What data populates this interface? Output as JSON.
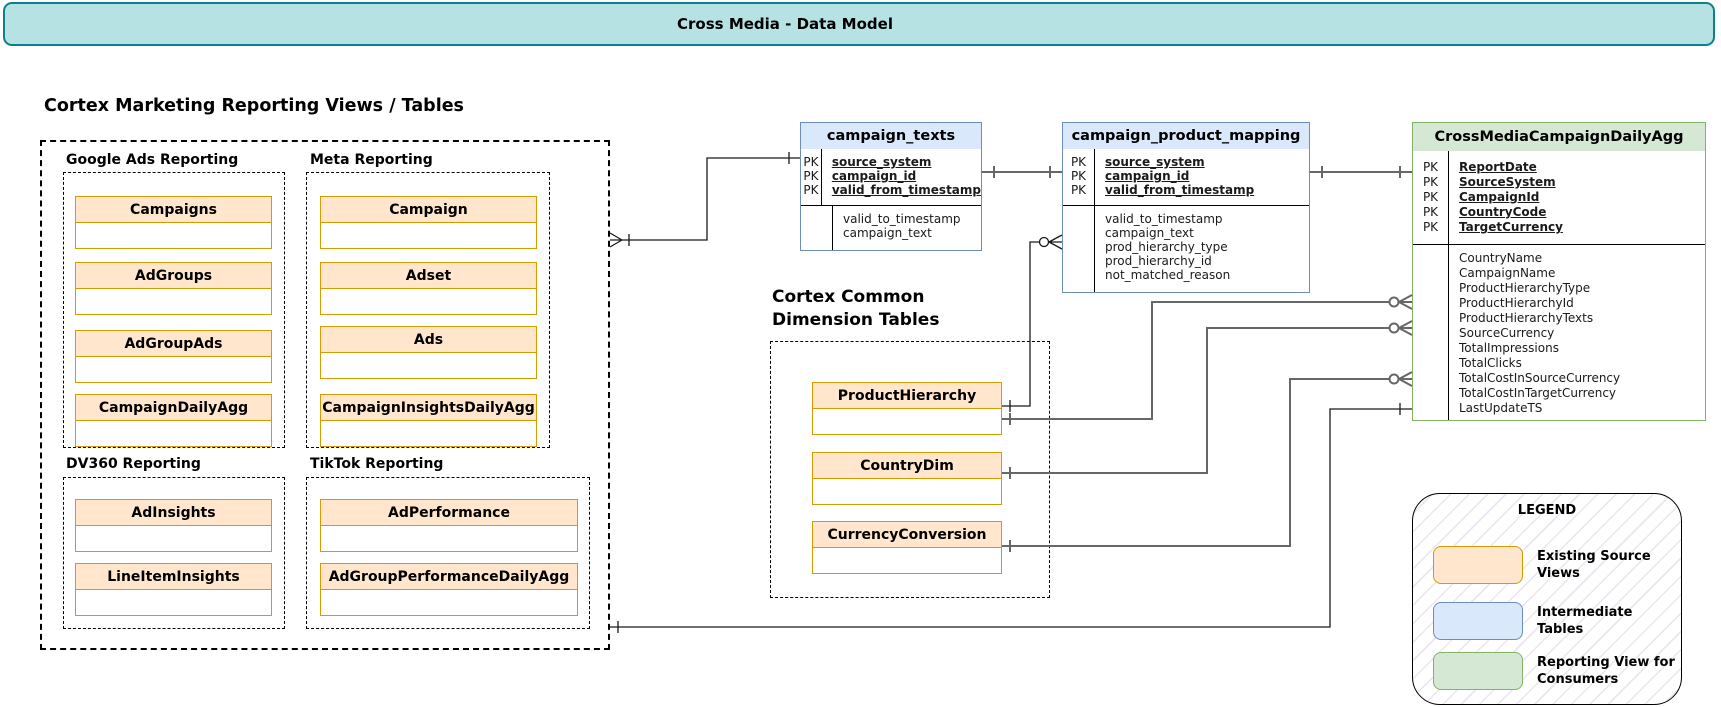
{
  "banner": {
    "title": "Cross Media - Data Model"
  },
  "marketing": {
    "heading": "Cortex Marketing Reporting Views / Tables",
    "groups": [
      {
        "label": "Google Ads Reporting",
        "items": [
          "Campaigns",
          "AdGroups",
          "AdGroupAds",
          "CampaignDailyAgg"
        ]
      },
      {
        "label": "Meta Reporting",
        "items": [
          "Campaign",
          "Adset",
          "Ads",
          "CampaignInsightsDailyAgg"
        ]
      },
      {
        "label": "DV360 Reporting",
        "items": [
          "AdInsights",
          "LineItemInsights"
        ]
      },
      {
        "label": "TikTok Reporting",
        "items": [
          "AdPerformance",
          "AdGroupPerformanceDailyAgg"
        ]
      }
    ]
  },
  "er": {
    "pk_label": "PK",
    "campaign_texts": {
      "title": "campaign_texts",
      "pk": [
        "source_system",
        "campaign_id",
        "valid_from_timestamp"
      ],
      "attrs": [
        "valid_to_timestamp",
        "campaign_text"
      ]
    },
    "campaign_product_mapping": {
      "title": "campaign_product_mapping",
      "pk": [
        "source_system",
        "campaign_id",
        "valid_from_timestamp"
      ],
      "attrs": [
        "valid_to_timestamp",
        "campaign_text",
        "prod_hierarchy_type",
        "prod_hierarchy_id",
        "not_matched_reason"
      ]
    },
    "cross_media": {
      "title": "CrossMediaCampaignDailyAgg",
      "pk": [
        "ReportDate",
        "SourceSystem",
        "CampaignId",
        "CountryCode",
        "TargetCurrency"
      ],
      "attrs": [
        "CountryName",
        "CampaignName",
        "ProductHierarchyType",
        "ProductHierarchyId",
        "ProductHierarchyTexts",
        "SourceCurrency",
        "TotalImpressions",
        "TotalClicks",
        "TotalCostInSourceCurrency",
        "TotalCostInTargetCurrency",
        "LastUpdateTS"
      ]
    }
  },
  "common": {
    "heading_line1": "Cortex Common",
    "heading_line2": "Dimension Tables",
    "items": [
      "ProductHierarchy",
      "CountryDim",
      "CurrencyConversion"
    ]
  },
  "legend": {
    "title": "LEGEND",
    "entries": [
      {
        "label": "Existing Source Views",
        "fill": "#ffe6cc",
        "border": "#d79b00"
      },
      {
        "label": "Intermediate Tables",
        "fill": "#dae8fc",
        "border": "#6c8ebf"
      },
      {
        "label": "Reporting View for Consumers",
        "fill": "#d5e8d4",
        "border": "#82b366"
      }
    ]
  },
  "colors": {
    "banner_fill": "#b6e2e4",
    "banner_border": "#0e8088",
    "source_view_fill": "#ffe6cc",
    "source_view_border": "#d79b00",
    "intermediate_fill": "#dae8fc",
    "intermediate_border": "#6c8ebf",
    "reporting_fill": "#d5e8d4",
    "reporting_border": "#82b366"
  }
}
